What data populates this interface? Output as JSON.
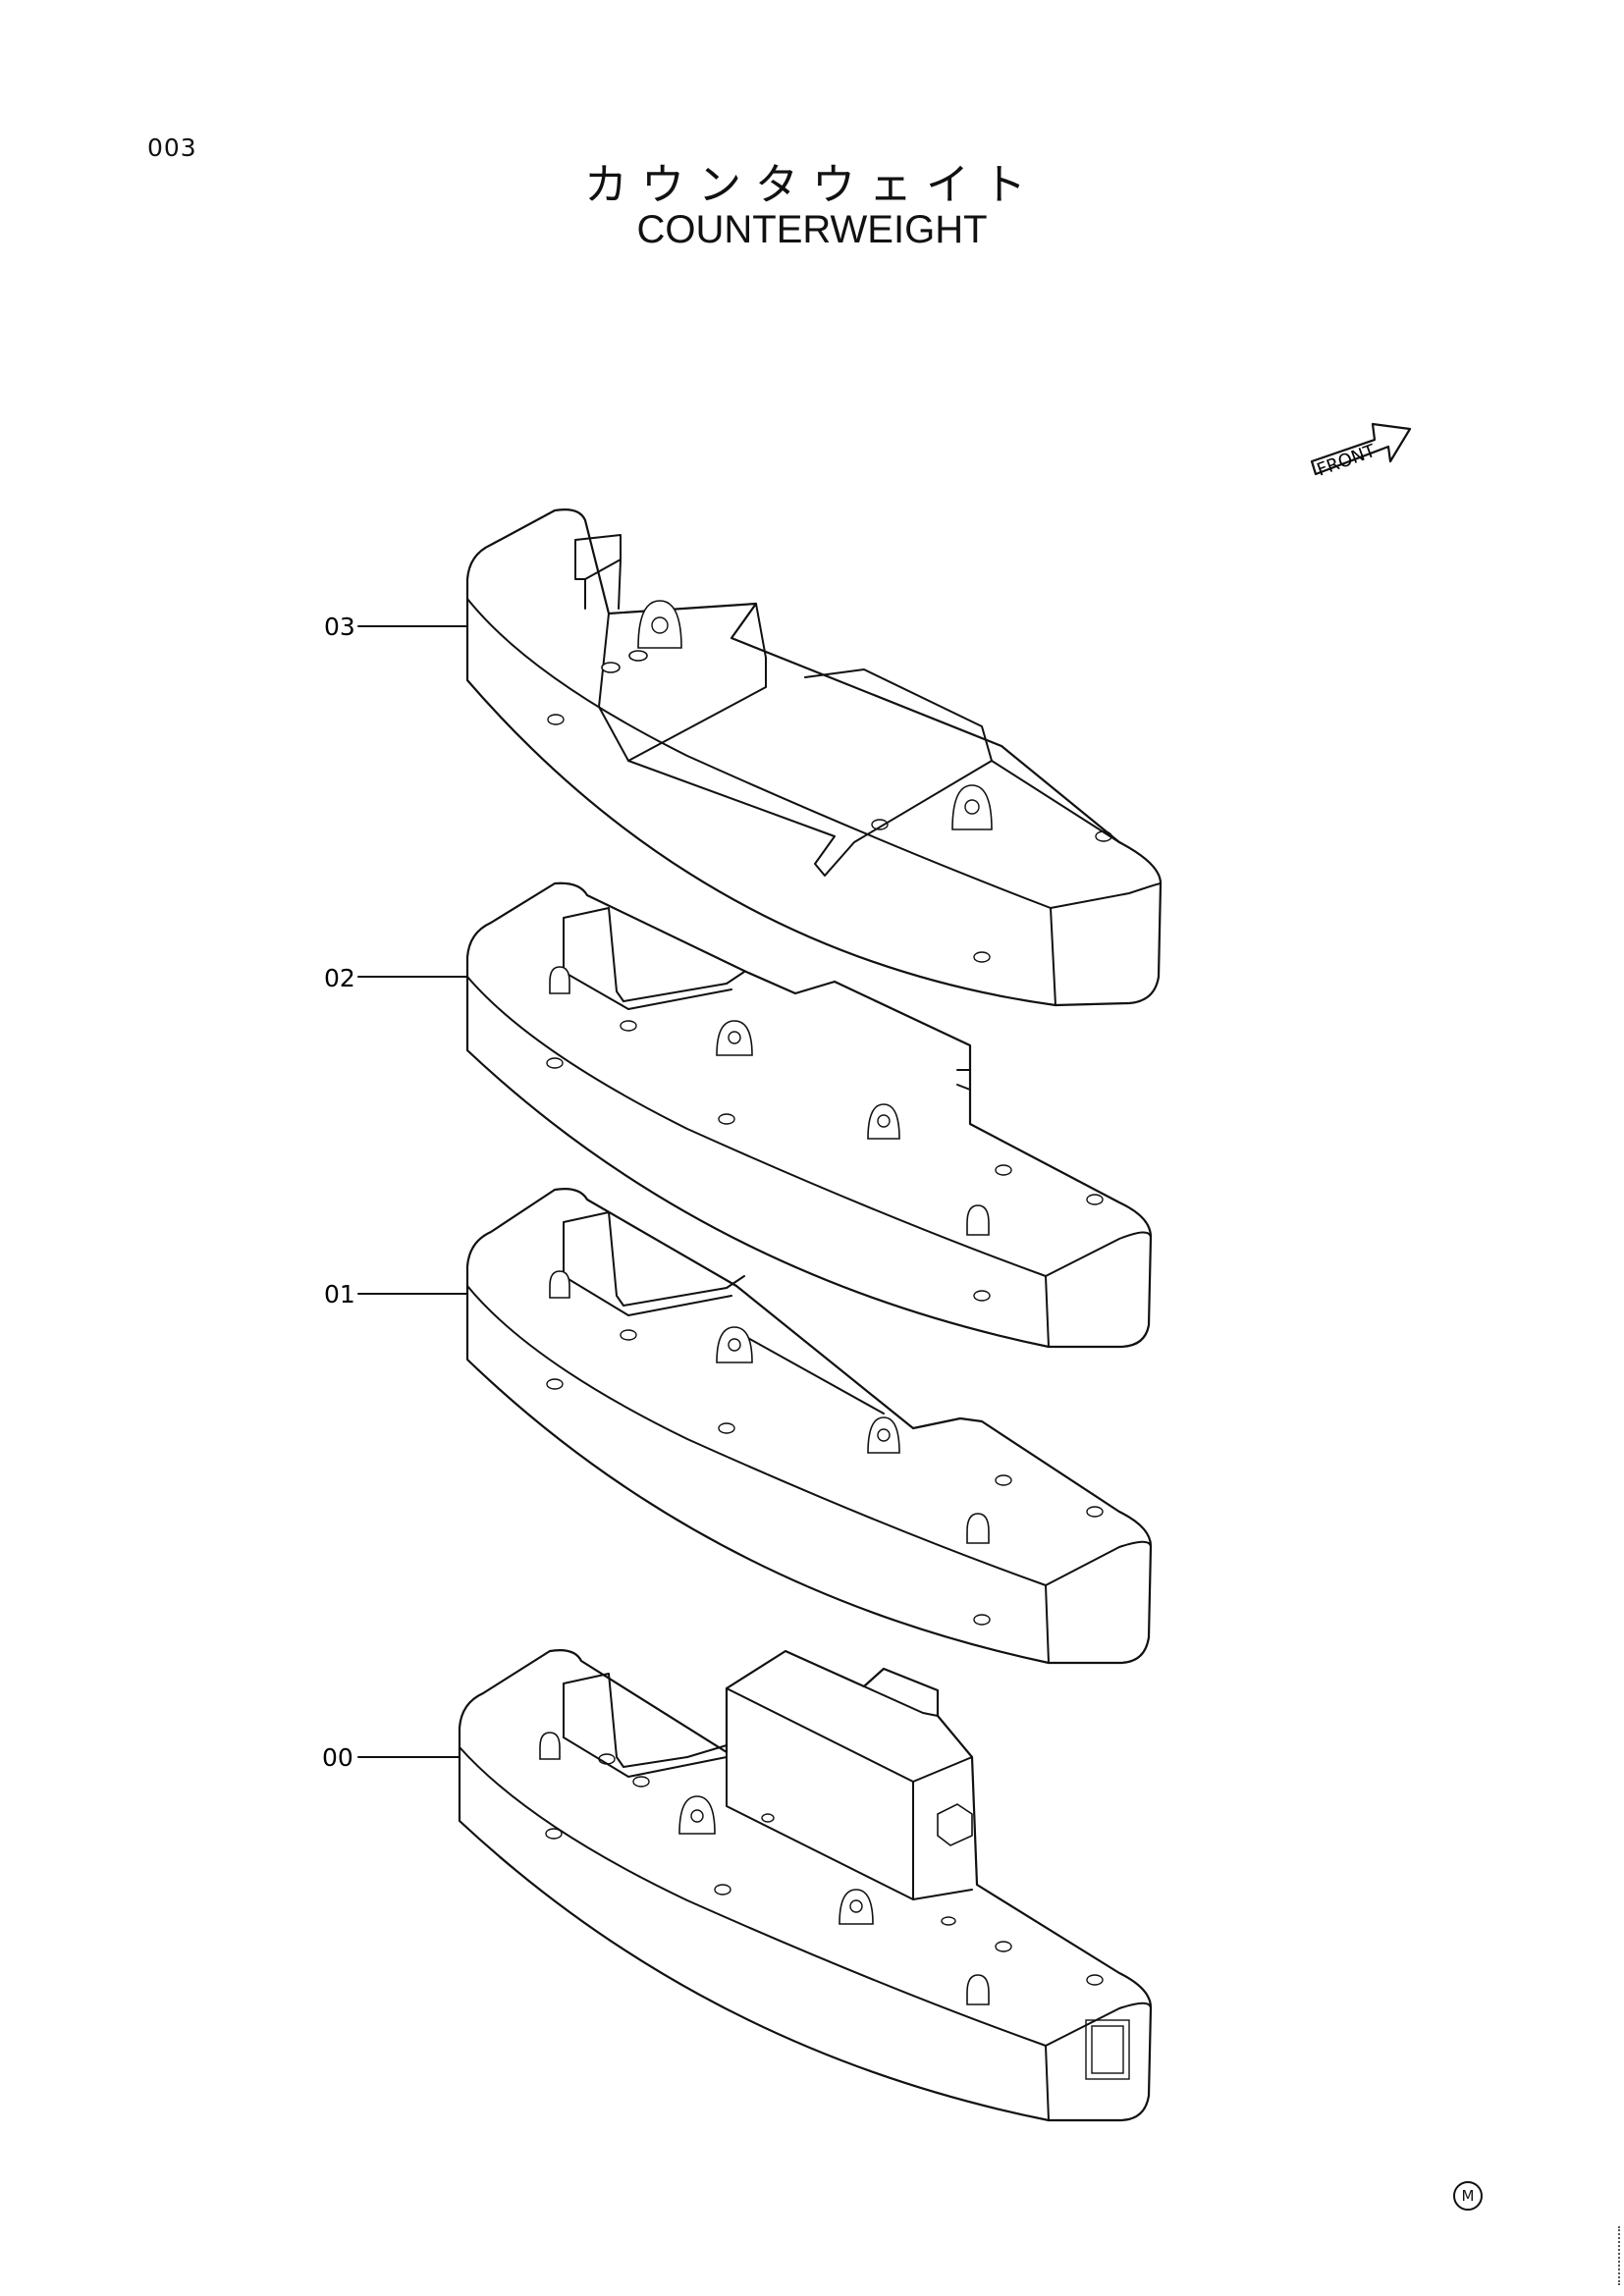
{
  "header": {
    "page_code": "003",
    "title_japanese": "カウンタウェイト",
    "title_english": "COUNTERWEIGHT"
  },
  "orientation": {
    "front_label": "FRONT"
  },
  "callouts": [
    {
      "label": "03"
    },
    {
      "label": "02"
    },
    {
      "label": "01"
    },
    {
      "label": "00"
    }
  ],
  "footer": {
    "mark": "M"
  }
}
